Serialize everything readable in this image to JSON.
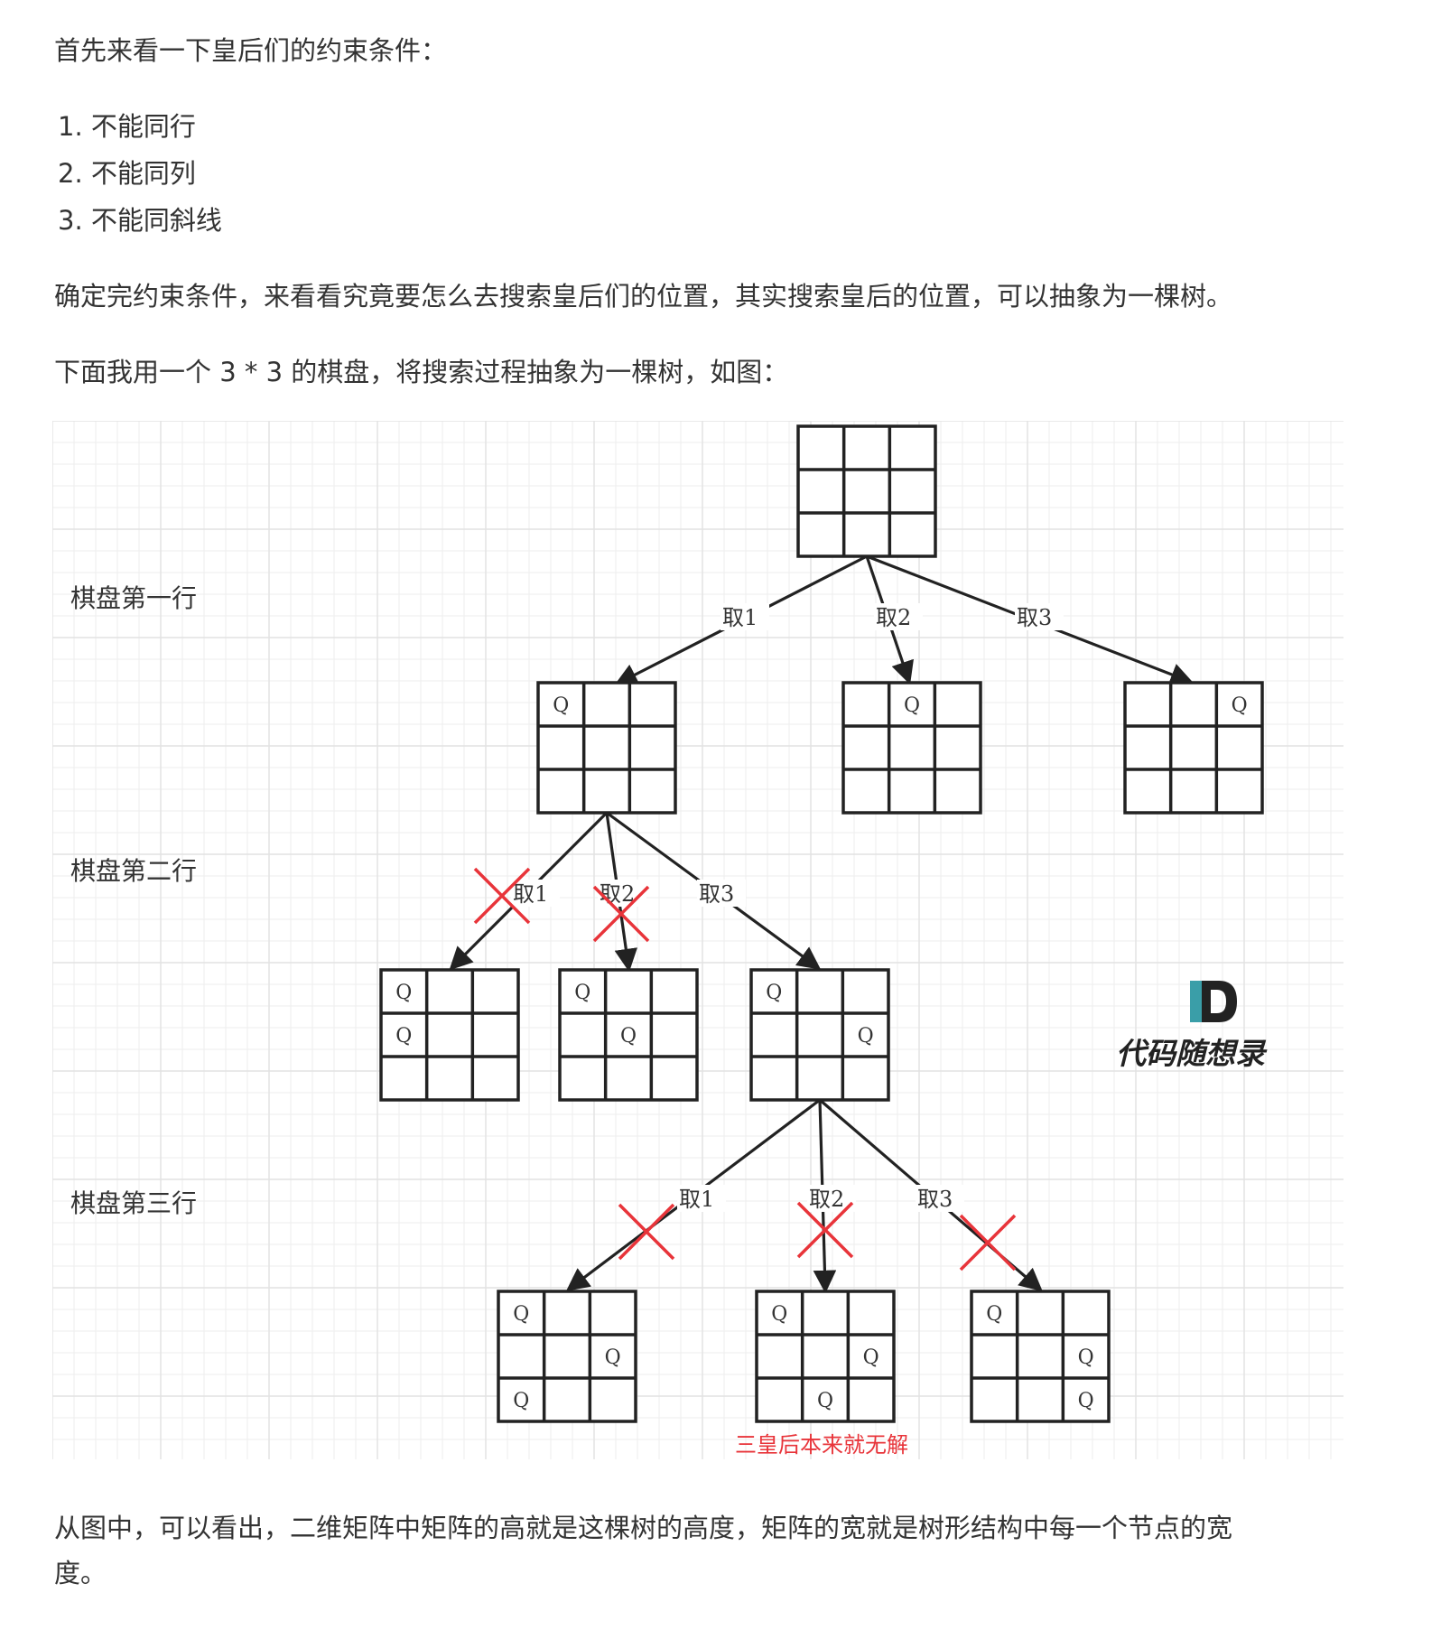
{
  "intro": "首先来看一下皇后们的约束条件：",
  "constraints": [
    "1. 不能同行",
    "2. 不能同列",
    "3. 不能同斜线"
  ],
  "paragraph1": "确定完约束条件，来看看究竟要怎么去搜索皇后们的位置，其实搜索皇后的位置，可以抽象为一棵树。",
  "paragraph2": "下面我用一个 3 * 3 的棋盘，将搜索过程抽象为一棵树，如图：",
  "diagram": {
    "row_labels": [
      "棋盘第一行",
      "棋盘第二行",
      "棋盘第三行"
    ],
    "level1_edges": [
      "取1",
      "取2",
      "取3"
    ],
    "level2_edges": [
      "取1",
      "取2",
      "取3"
    ],
    "level3_edges": [
      "取1",
      "取2",
      "取3"
    ],
    "queen_symbol": "Q",
    "no_solution_note": "三皇后本来就无解",
    "watermark": "代码随想录",
    "colors": {
      "line": "#222222",
      "cross": "#e8343a",
      "note": "#e8343a",
      "grid": "#eeeeee",
      "logo_teal": "#3a9ea8"
    }
  },
  "paragraph3_line1": "从图中，可以看出，二维矩阵中矩阵的高就是这棵树的高度，矩阵的宽就是树形结构中每一个节点的宽",
  "paragraph3_line2": "度。"
}
